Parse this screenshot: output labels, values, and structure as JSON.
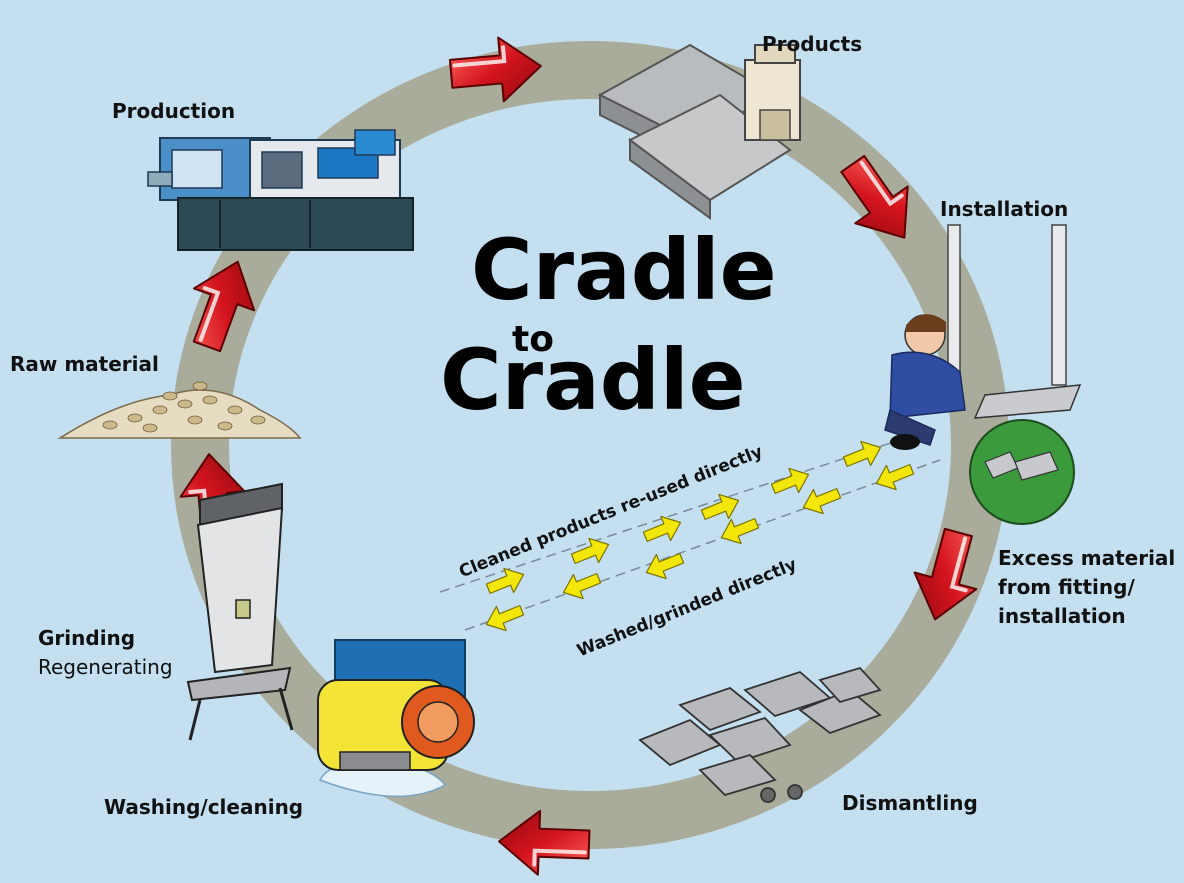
{
  "title": {
    "line1": "Cradle",
    "connector": "to",
    "line2": "Cradle"
  },
  "stages": {
    "products": "Products",
    "installation": "Installation",
    "excess_line1": "Excess material",
    "excess_line2": "from fitting/",
    "excess_line3": "installation",
    "dismantling": "Dismantling",
    "washing": "Washing/cleaning",
    "grinding": "Grinding",
    "regenerating": "Regenerating",
    "raw_material": "Raw material",
    "production": "Production"
  },
  "shortcuts": {
    "reused": "Cleaned products re-used directly",
    "grinded": "Washed/grinded directly"
  },
  "colors": {
    "background": "#c3dff0",
    "ring": "#a9ab9b",
    "arrow_red": "#d4141e",
    "arrow_yellow": "#f2e60a"
  }
}
